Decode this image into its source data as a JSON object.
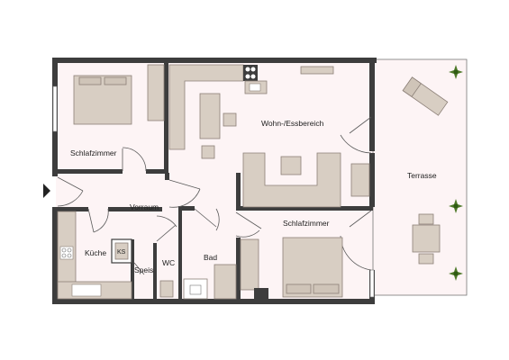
{
  "rooms": {
    "schlafzimmer_1": "Schlafzimmer",
    "wohn_essbereich": "Wohn-/Essbereich",
    "terrasse": "Terrasse",
    "vorraum": "Vorraum",
    "schlafzimmer_2": "Schlafzimmer",
    "kueche": "Küche",
    "ks": "KS",
    "speis": "Speis",
    "wc": "WC",
    "bad": "Bad"
  },
  "colors": {
    "floor": "#fdf4f5",
    "wall": "#3d3d3d",
    "furniture": "#d8cec3",
    "plant": "#4f7a2a"
  }
}
